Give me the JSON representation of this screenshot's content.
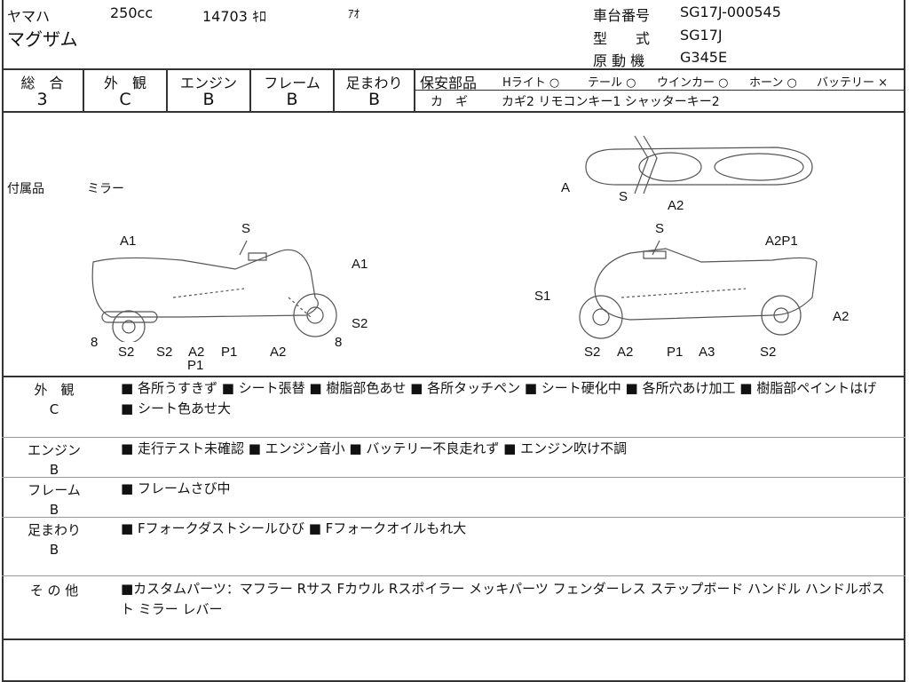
{
  "header": {
    "maker": "ヤマハ",
    "displacement": "250cc",
    "mileage": "14703 ｷﾛ",
    "color": "ｱｵ",
    "model": "マグザム",
    "frame_no_label": "車台番号",
    "frame_no": "SG17J-000545",
    "type_label": "型　　式",
    "type": "SG17J",
    "engine_label": "原 動 機",
    "engine": "G345E"
  },
  "ratings": [
    {
      "label": "総　合",
      "value": "3"
    },
    {
      "label": "外　観",
      "value": "C"
    },
    {
      "label": "エンジン",
      "value": "B"
    },
    {
      "label": "フレーム",
      "value": "B"
    },
    {
      "label": "足まわり",
      "value": "B"
    }
  ],
  "safety": {
    "label": "保安部品",
    "items": [
      "Hライト ○",
      "テール ○",
      "ウインカー ○",
      "ホーン ○",
      "バッテリー ×"
    ]
  },
  "keys": {
    "label": "カ　ギ",
    "value": "カギ2 リモコンキー1 シャッターキー2"
  },
  "accessories": {
    "label": "付属品",
    "value": "ミラー"
  },
  "diagram_labels": {
    "left": [
      "S",
      "A1",
      "A1",
      "S2",
      "8",
      "8",
      "S2",
      "S2",
      "A2",
      "P1",
      "P1",
      "A2"
    ],
    "top": [
      "A",
      "S",
      "A2"
    ],
    "right": [
      "S",
      "A2P1",
      "S1",
      "A2",
      "S2",
      "A2",
      "P1",
      "A3",
      "S2"
    ]
  },
  "notes": [
    {
      "title": "外　観",
      "grade": "C",
      "text": "■ 各所うすきず ■ シート張替 ■ 樹脂部色あせ ■ 各所タッチペン ■ シート硬化中 ■ 各所穴あけ加工 ■ 樹脂部ペイントはげ ■ シート色あせ大"
    },
    {
      "title": "エンジン",
      "grade": "B",
      "text": "■ 走行テスト未確認 ■ エンジン音小 ■ バッテリー不良走れず ■ エンジン吹け不調"
    },
    {
      "title": "フレーム",
      "grade": "B",
      "text": "■ フレームさび中"
    },
    {
      "title": "足まわり",
      "grade": "B",
      "text": "■ Fフォークダストシールひび ■ Fフォークオイルもれ大"
    },
    {
      "title": "そ の 他",
      "grade": "",
      "text": "■カスタムパーツ：マフラー Rサス Fカウル Rスポイラー メッキパーツ フェンダーレス ステップボード ハンドル ハンドルポスト ミラー レバー"
    }
  ]
}
